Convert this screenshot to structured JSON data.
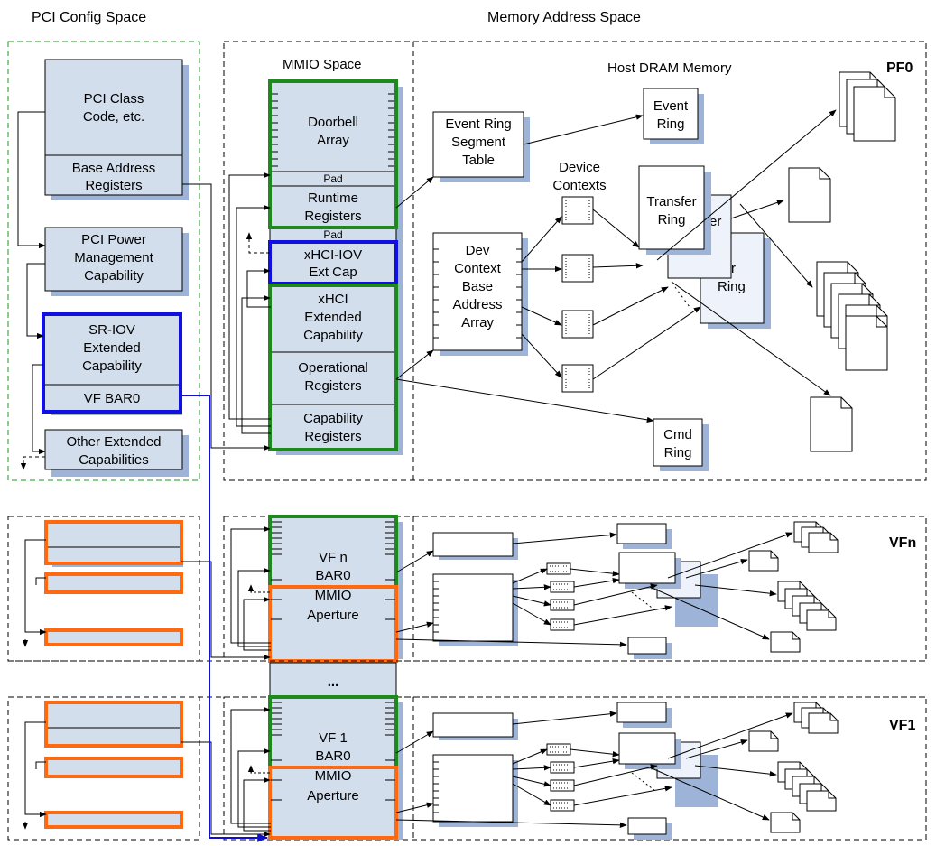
{
  "headers": {
    "pci_config_space": "PCI Config Space",
    "memory_address_space": "Memory Address Space",
    "mmio_space": "MMIO Space",
    "host_dram_memory": "Host DRAM Memory"
  },
  "function_labels": {
    "pf0": "PF0",
    "vfn": "VFn",
    "vf1": "VF1"
  },
  "pci_config": {
    "class_code": [
      "PCI Class",
      "Code, etc."
    ],
    "bars": [
      "Base Address",
      "Registers"
    ],
    "power_mgmt": [
      "PCI Power",
      "Management",
      "Capability"
    ],
    "sriov": [
      "SR-IOV",
      "Extended",
      "Capability"
    ],
    "vf_bar0": "VF BAR0",
    "other_ext": [
      "Other Extended",
      "Capabilities"
    ]
  },
  "mmio": {
    "doorbell": [
      "Doorbell",
      "Array"
    ],
    "pad": "Pad",
    "runtime": [
      "Runtime",
      "Registers"
    ],
    "xhci_iov": [
      "xHCI-IOV",
      "Ext Cap"
    ],
    "xhci_ext": [
      "xHCI",
      "Extended",
      "Capability"
    ],
    "operational": [
      "Operational",
      "Registers"
    ],
    "capability": [
      "Capability",
      "Registers"
    ]
  },
  "dram": {
    "event_ring_segment_table": [
      "Event Ring",
      "Segment",
      "Table"
    ],
    "event_ring": [
      "Event",
      "Ring"
    ],
    "device_contexts": [
      "Device",
      "Contexts"
    ],
    "dev_context_base": [
      "Dev",
      "Context",
      "Base",
      "Address",
      "Array"
    ],
    "transfer_ring_front": [
      "Transfer",
      "Ring"
    ],
    "transfer_ring_back": [
      "sfer",
      "Ring"
    ],
    "transfer_ring_mid": "er",
    "cmd_ring": [
      "Cmd",
      "Ring"
    ]
  },
  "vf_n": {
    "mmio": [
      "VF n",
      "BAR0",
      "MMIO",
      "Aperture"
    ]
  },
  "vf_1": {
    "mmio": [
      "VF 1",
      "BAR0",
      "MMIO",
      "Aperture"
    ]
  },
  "ellipsis": "..."
}
